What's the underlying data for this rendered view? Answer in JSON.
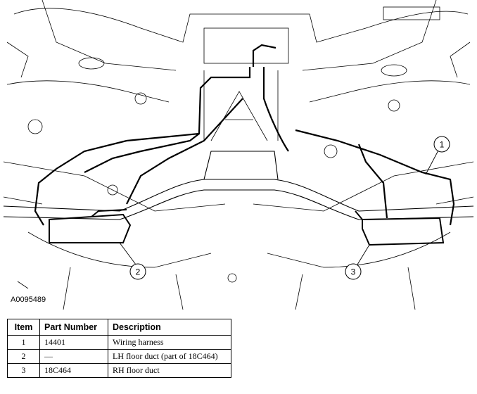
{
  "figure_id": "A0095489",
  "callouts": [
    "1",
    "2",
    "3"
  ],
  "table": {
    "headers": {
      "item": "Item",
      "part_number": "Part Number",
      "description": "Description"
    },
    "rows": [
      {
        "item": "1",
        "part_number": "14401",
        "description": "Wiring harness"
      },
      {
        "item": "2",
        "part_number": "—",
        "description": "LH floor duct (part of 18C464)"
      },
      {
        "item": "3",
        "part_number": "18C464",
        "description": "RH floor duct"
      }
    ]
  }
}
